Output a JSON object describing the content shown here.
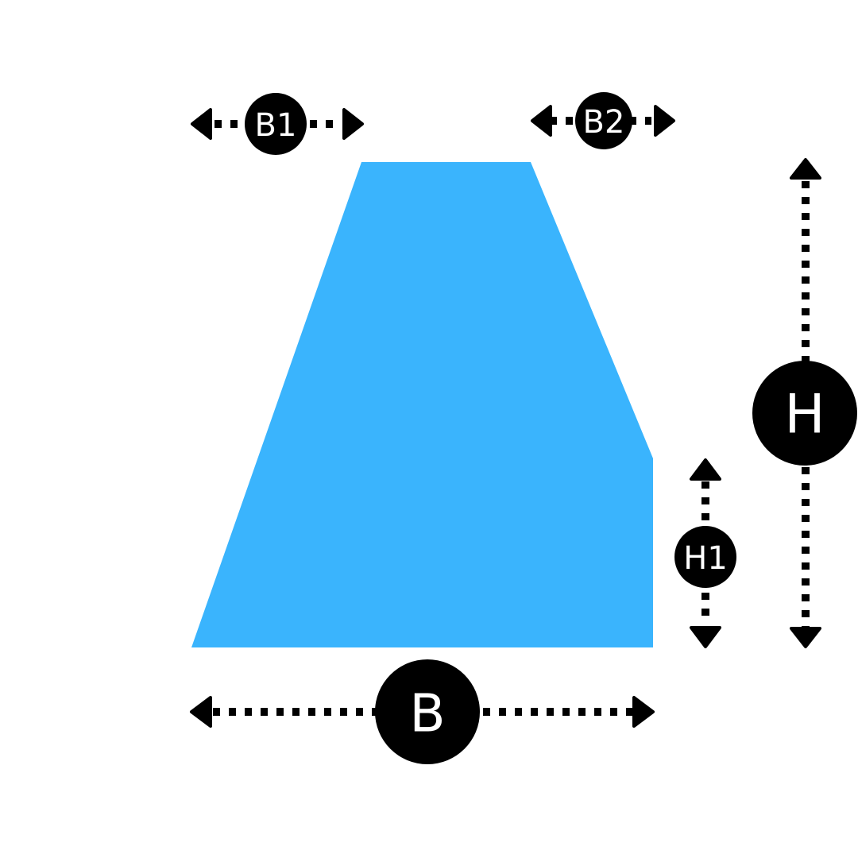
{
  "colors": {
    "shape_fill": "#3AB4FD",
    "marker_fill": "#000000",
    "label_text": "#FFFFFF",
    "background": "#FFFFFF"
  },
  "dimensions": {
    "B1": {
      "label": "B1",
      "orientation": "horizontal"
    },
    "B2": {
      "label": "B2",
      "orientation": "horizontal"
    },
    "H": {
      "label": "H",
      "orientation": "vertical"
    },
    "H1": {
      "label": "H1",
      "orientation": "vertical"
    },
    "B": {
      "label": "B",
      "orientation": "horizontal"
    }
  }
}
